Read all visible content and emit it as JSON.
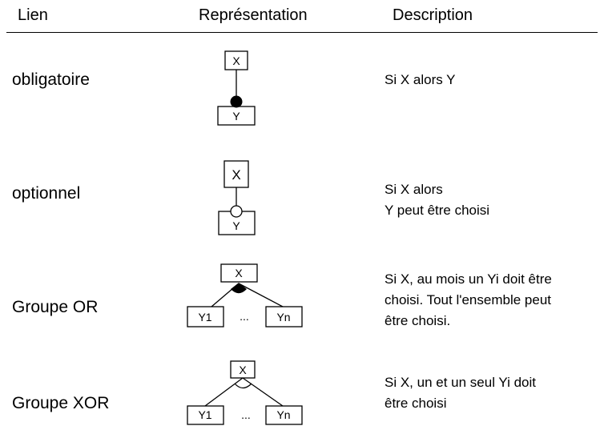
{
  "header": {
    "col_link": "Lien",
    "col_representation": "Représentation",
    "col_description": "Description"
  },
  "rows": [
    {
      "label": "obligatoire",
      "parent": "X",
      "child": "Y",
      "marker": "filled-circle",
      "description": [
        "Si X alors Y"
      ]
    },
    {
      "label": "optionnel",
      "parent": "X",
      "child": "Y",
      "marker": "hollow-circle",
      "description": [
        "Si X alors",
        "Y peut être choisi"
      ]
    },
    {
      "label": "Groupe OR",
      "parent": "X",
      "child_first": "Y1",
      "ellipsis": "...",
      "child_last": "Yn",
      "marker": "filled-arc",
      "description": [
        "Si X, au mois un Yi doit être",
        "choisi. Tout l'ensemble peut",
        "être choisi."
      ]
    },
    {
      "label": "Groupe XOR",
      "parent": "X",
      "child_first": "Y1",
      "ellipsis": "...",
      "child_last": "Yn",
      "marker": "hollow-arc",
      "description": [
        "Si X, un et un seul Yi doit",
        "être choisi"
      ]
    }
  ]
}
